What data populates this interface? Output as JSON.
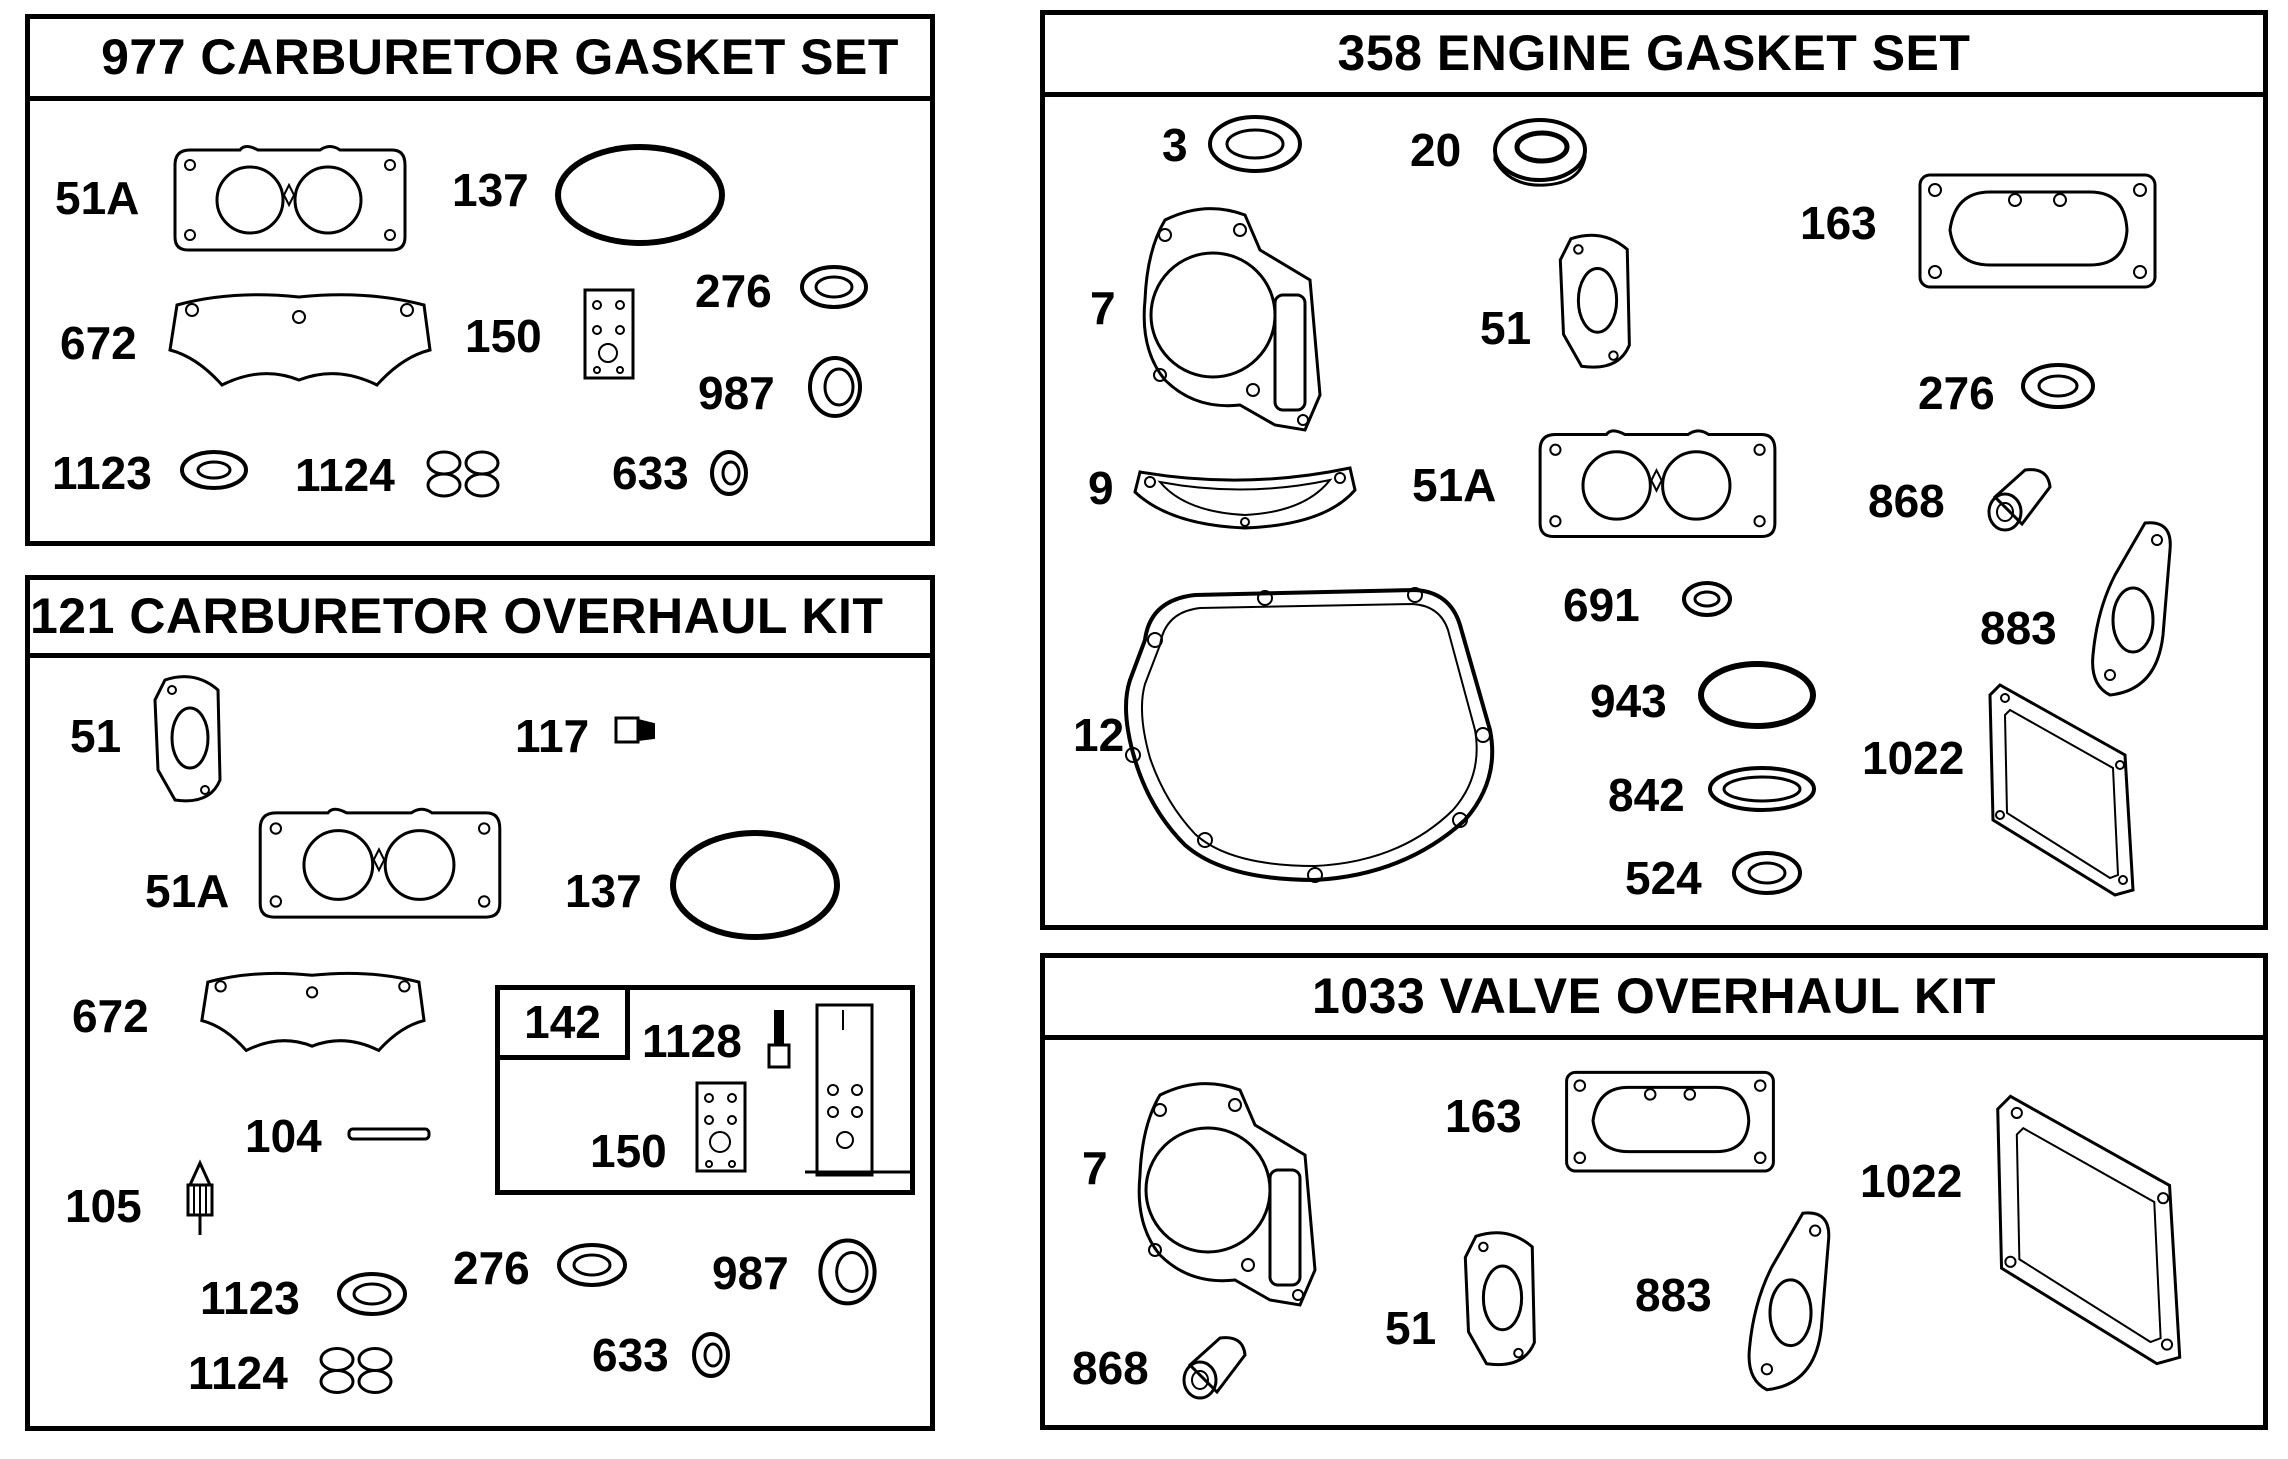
{
  "panels": {
    "carb_gasket": {
      "title": "977 CARBURETOR GASKET SET",
      "labels": {
        "l51a": "51A",
        "l137": "137",
        "l672": "672",
        "l150": "150",
        "l276": "276",
        "l987": "987",
        "l1123": "1123",
        "l1124": "1124",
        "l633": "633"
      }
    },
    "carb_overhaul": {
      "title": "121 CARBURETOR OVERHAUL KIT",
      "labels": {
        "l51": "51",
        "l117": "117",
        "l51a": "51A",
        "l137": "137",
        "l672": "672",
        "l142": "142",
        "l1128": "1128",
        "l150": "150",
        "l104": "104",
        "l105": "105",
        "l276": "276",
        "l987": "987",
        "l1123": "1123",
        "l1124": "1124",
        "l633": "633"
      }
    },
    "engine_gasket": {
      "title": "358 ENGINE GASKET SET",
      "labels": {
        "l3": "3",
        "l20": "20",
        "l163": "163",
        "l7": "7",
        "l51": "51",
        "l276": "276",
        "l9": "9",
        "l51a": "51A",
        "l868": "868",
        "l691": "691",
        "l883": "883",
        "l12": "12",
        "l943": "943",
        "l1022": "1022",
        "l842": "842",
        "l524": "524"
      }
    },
    "valve_overhaul": {
      "title": "1033 VALVE OVERHAUL KIT",
      "labels": {
        "l7": "7",
        "l163": "163",
        "l1022": "1022",
        "l883": "883",
        "l51": "51",
        "l868": "868"
      }
    }
  }
}
